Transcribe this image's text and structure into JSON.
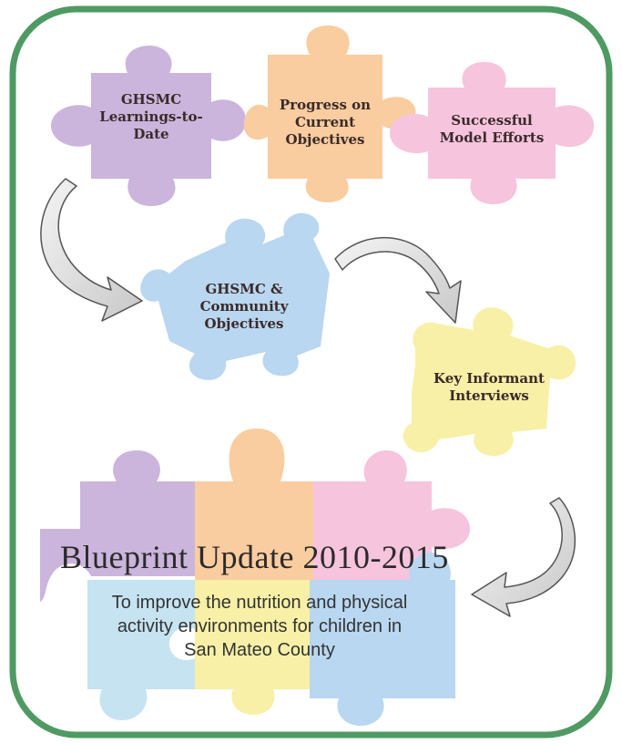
{
  "colors": {
    "frame": "#4f9a63",
    "purple": "#cbb5dc",
    "orange": "#f9cd9f",
    "pink": "#f6c4dd",
    "blue": "#b9d7f0",
    "yellow": "#f7f0a6",
    "arrow": "#d9d9d9"
  },
  "pieces": {
    "learnings": "GHSMC\nLearnings-to-\nDate",
    "progress": "Progress on\nCurrent\nObjectives",
    "successful": "Successful\nModel Efforts",
    "community": "GHSMC &\nCommunity\nObjectives",
    "interviews": "Key Informant\nInterviews"
  },
  "blueprint": {
    "title": "Blueprint Update 2010-2015",
    "subtitle": "To improve the nutrition and physical\nactivity environments for children in\nSan Mateo County"
  }
}
